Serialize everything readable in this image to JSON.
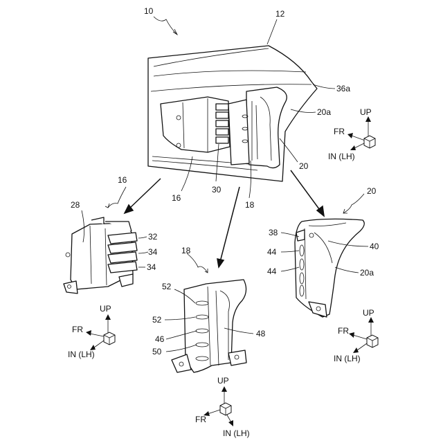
{
  "labels": {
    "l10": "10",
    "l12": "12",
    "l36a": "36a",
    "l20a_top": "20a",
    "l20_top": "20",
    "l16_top": "16",
    "l30": "30",
    "l18_top": "18",
    "l16_group": "16",
    "l28": "28",
    "l32": "32",
    "l34a": "34",
    "l34b": "34",
    "l18_group": "18",
    "l52a": "52",
    "l52b": "52",
    "l46": "46",
    "l50": "50",
    "l48": "48",
    "l20_group": "20",
    "l38": "38",
    "l44a": "44",
    "l44b": "44",
    "l40": "40",
    "l20a_bottom": "20a"
  },
  "axes": {
    "up": "UP",
    "fr": "FR",
    "in": "IN (LH)"
  }
}
